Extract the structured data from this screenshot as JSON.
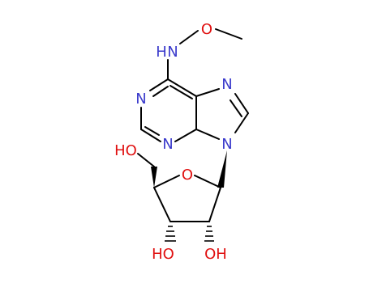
{
  "molecule": {
    "atom_colors": {
      "N": "#3b3bcc",
      "O": "#e01010",
      "C": "#000000"
    },
    "labels": {
      "nh": "N",
      "h_of_nh": "H",
      "o_methoxy": "O",
      "n1": "N",
      "n3": "N",
      "n7": "N",
      "n9": "N",
      "o_ring": "O",
      "oh_5prime": "HO",
      "oh_3prime": "HO",
      "oh_2prime": "OH"
    }
  }
}
